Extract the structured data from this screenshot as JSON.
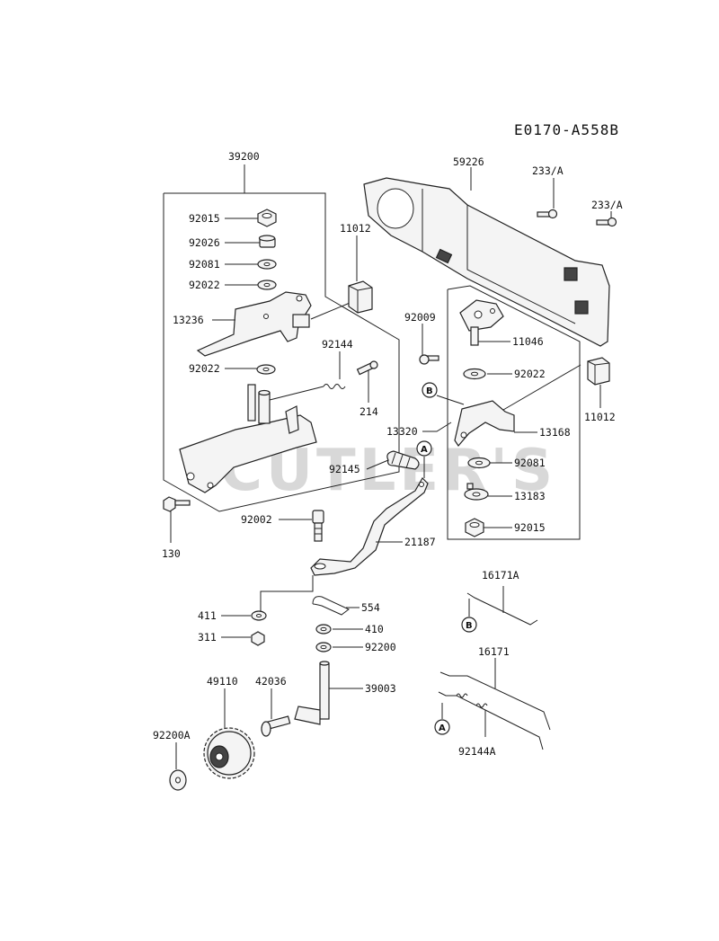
{
  "diagram_code": "E0170-A558B",
  "watermark": "CUTLER'S",
  "callouts": {
    "a": "A",
    "b": "B"
  },
  "parts": {
    "p39200": "39200",
    "p92015_l": "92015",
    "p92026": "92026",
    "p92081_l": "92081",
    "p92022_l1": "92022",
    "p13236": "13236",
    "p92022_l2": "92022",
    "p11012_l": "11012",
    "p92144": "92144",
    "p214": "214",
    "p130": "130",
    "p59226": "59226",
    "p233a_1": "233/A",
    "p233a_2": "233/A",
    "p92009": "92009",
    "p11046": "11046",
    "p92022_r": "92022",
    "p11012_r": "11012",
    "p13320": "13320",
    "p13168": "13168",
    "p92145": "92145",
    "p92081_r": "92081",
    "p13183": "13183",
    "p92015_r": "92015",
    "p92002": "92002",
    "p21187": "21187",
    "p16171a": "16171A",
    "p411": "411",
    "p554": "554",
    "p311": "311",
    "p410": "410",
    "p92200": "92200",
    "p49110": "49110",
    "p42036": "42036",
    "p39003": "39003",
    "p16171": "16171",
    "p92200a": "92200A",
    "p92144a": "92144A"
  }
}
